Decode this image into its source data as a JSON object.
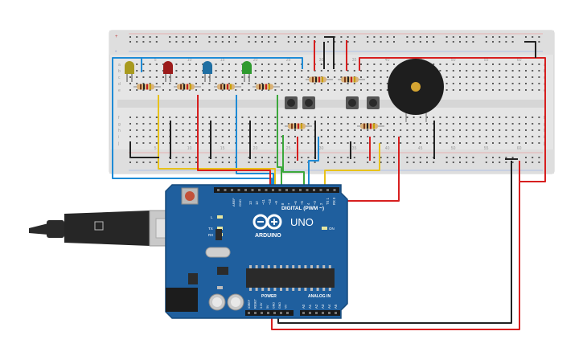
{
  "breadboard": {
    "column_numbers": [
      "5",
      "10",
      "15",
      "20",
      "25",
      "30",
      "35",
      "40",
      "45",
      "50",
      "55",
      "60"
    ],
    "row_letters_top": [
      "a",
      "b",
      "c",
      "d",
      "e"
    ],
    "row_letters_bottom": [
      "f",
      "g",
      "h",
      "i",
      "j"
    ],
    "rail_plus": "+",
    "rail_minus": "-"
  },
  "arduino": {
    "brand": "ARDUINO",
    "model": "UNO",
    "digital_header": "DIGITAL (PWM ~)",
    "power_label": "POWER",
    "analog_label": "ANALOG IN",
    "on_label": "ON",
    "l_label": "L",
    "tx_label": "TX",
    "rx_label": "RX",
    "aref": "AREF",
    "gnd": "GND",
    "digital_pins": [
      "13",
      "12",
      "~11",
      "~10",
      "~9",
      "8",
      "7",
      "~6",
      "~5",
      "4",
      "~3",
      "2",
      "TX 1",
      "RX 0"
    ],
    "power_pins": [
      "IOREF",
      "RESET",
      "3.3V",
      "5V",
      "GND",
      "GND",
      "Vin"
    ],
    "analog_pins": [
      "A0",
      "A1",
      "A2",
      "A3",
      "A4",
      "A5"
    ]
  },
  "components": {
    "leds": [
      {
        "name": "yellow-led",
        "color": "#a89a1f"
      },
      {
        "name": "red-led",
        "color": "#9c1c1c"
      },
      {
        "name": "blue-led",
        "color": "#1f6fa3"
      },
      {
        "name": "green-led",
        "color": "#2e9a2e"
      }
    ],
    "buzzer_color": "#1e1e1e",
    "button_count": 4
  },
  "colors": {
    "wire_blue": "#1e8bd6",
    "wire_yellow": "#e8c21a",
    "wire_red": "#d71f1f",
    "wire_green": "#3ca83c",
    "wire_black": "#222222",
    "board": "#1f5f9e",
    "breadboard": "#e4e4e4"
  }
}
